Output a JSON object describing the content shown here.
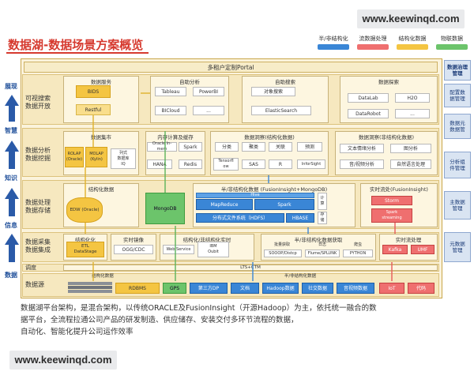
{
  "watermark": "www.keewinqd.com",
  "title": "数据湖-数据场景方案概览",
  "legend": [
    {
      "label": "半/非结构化",
      "color": "#3a86d6"
    },
    {
      "label": "流数据处理",
      "color": "#ef6f6f"
    },
    {
      "label": "结构化数据",
      "color": "#f4c542"
    },
    {
      "label": "物联数据",
      "color": "#6cc46b"
    }
  ],
  "side": {
    "l1": "展现",
    "l2": "智慧",
    "l3": "知识",
    "l4": "信息",
    "l5": "数据"
  },
  "top_bar": "多租户定制Portal",
  "bands": {
    "service": "可视搜索\n数据开放",
    "analysis": "数据分析\n数据挖掘",
    "storage": "数据处理\n数据存储",
    "ingest": "数据采集\n数据集成",
    "schedule": "调度",
    "source": "数据源"
  },
  "service_row": {
    "data_service": "数据服务",
    "bids": "BIDS",
    "restful": "Restful",
    "self_analysis": "自助分析",
    "tableau": "Tableau",
    "powerbi": "PowerBI",
    "bicloud": "BICloud",
    "ellipsis": "...",
    "self_search": "自助搜索",
    "object_search": "对象搜索",
    "elasticsearch": "ElasticSearch",
    "data_explore": "数据探索",
    "datalab": "DataLab",
    "h2o": "H2O",
    "datarobot": "DataRobot"
  },
  "analysis_row": {
    "datamart": "数据集市",
    "rolap": "ROLAP\n(Oracle)",
    "molap": "MOLAP\n(Kylin)",
    "inmem_db": "列式\n数据库\nIQ",
    "inmem": "内存计算及缓存",
    "oracle_inmem": "Oracle In-mem",
    "spark": "Spark",
    "hana": "HANA",
    "redis": "Redis",
    "insight_struct": "数据洞察(结构化数据)",
    "classify": "分类",
    "cluster": "聚类",
    "assoc": "关联",
    "predict": "预测",
    "tensorflow": "Tensorfl\now",
    "sas": "SAS",
    "r": "R",
    "infosight": "InforSight",
    "insight_unstruct": "数据洞察(非结构化数据)",
    "text_img": "文本情绪分析",
    "graph": "图分析",
    "audio_video": "音/视频分析",
    "nlp": "自然语言处理"
  },
  "storage_row": {
    "struct_data": "结构化数据",
    "edw": "EDW (Oracle)",
    "semi_title": "半/非结构化数据 (FusionInsight+MongoDB)",
    "mongodb": "MongoDB",
    "hive": "Hive",
    "mapreduce": "MapReduce",
    "spark2": "Spark",
    "hdfs": "分布式文件系统（HDFS）",
    "hbase": "HBASE",
    "compute": "计\n算",
    "store": "存\n储",
    "realtime_title": "实时流处(FusionInsight)",
    "storm": "Storm",
    "spark_streaming": "Spark\nstreaming"
  },
  "ingest_row": {
    "struct_ingest": "结构化化",
    "etl": "ETL\nDataStage",
    "realtime_sync": "实时镜像",
    "ogg": "OGG/CDC",
    "struct_semi": "结构化/非结构化实时",
    "web": "Web Service",
    "ibm": "IBM\nOubit",
    "realtime_log": "流式获取",
    "semi_ingest": "半/非结构化数据获取",
    "batch": "批量获取",
    "sqoop": "SOOOP/Distcp",
    "log": "日志",
    "flume": "Flume/SPLUNK",
    "crawler": "爬虫",
    "python": "PYTHON",
    "stream_ingest": "实时流处理",
    "kafka": "Kafka",
    "mqtt": "UMF"
  },
  "schedule_bar": "LTS+CTM",
  "source_row": {
    "struct_src": "结构化数据",
    "semi_src": "半/非结构化数据",
    "rdbms": "RDBMS",
    "gps": "GPS",
    "third_party": "第三方DP",
    "docs": "文档",
    "hadoop": "Hadoop数据",
    "social": "社交数据",
    "sensor": "音视频数据",
    "iot": "IoT",
    "code": "代码"
  },
  "right_panel": {
    "title": "数据治理\n管理",
    "p1": "配置数\n据管理",
    "p2": "数据元\n数据管",
    "p3": "分析组\n件管理",
    "p4": "主数据\n管理",
    "p5": "元数据\n管理"
  },
  "footer_text": {
    "line1": "数据湖平台架构，是混合架构，以传统ORACLE及FusionInsight（开源Hadoop）为主，依托统一融合的数",
    "line2": "据平台，全流程拉通公司产品的研发制造、供应储存、安装交付多环节流程的数据，",
    "line3": "自动化、智能化提升公司运作效率"
  }
}
